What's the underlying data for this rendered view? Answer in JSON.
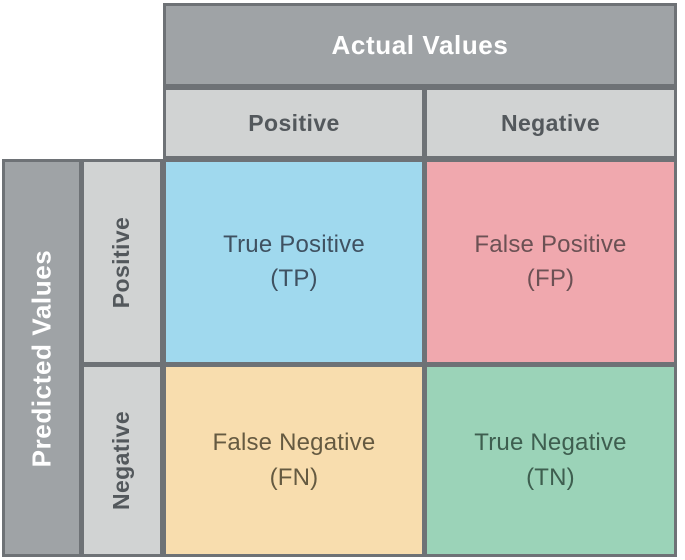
{
  "diagram": {
    "type": "confusion-matrix",
    "axes": {
      "columns_title": "Actual Values",
      "rows_title": "Predicted Values",
      "column_headers": [
        "Positive",
        "Negative"
      ],
      "row_headers": [
        "Positive",
        "Negative"
      ]
    },
    "cells": [
      {
        "id": "tp",
        "row": "Positive",
        "column": "Positive",
        "name": "True Positive",
        "abbreviation": "(TP)",
        "fill": "#a0d9ee",
        "text_color": "#3f5161"
      },
      {
        "id": "fp",
        "row": "Positive",
        "column": "Negative",
        "name": "False Positive",
        "abbreviation": "(FP)",
        "fill": "#f0a8ae",
        "text_color": "#6b5154"
      },
      {
        "id": "fn",
        "row": "Negative",
        "column": "Positive",
        "name": "False Negative",
        "abbreviation": "(FN)",
        "fill": "#f8ddae",
        "text_color": "#655a41"
      },
      {
        "id": "tn",
        "row": "Negative",
        "column": "Negative",
        "name": "True Negative",
        "abbreviation": "(TN)",
        "fill": "#9bd3b8",
        "text_color": "#3e5e4f"
      }
    ],
    "colors": {
      "header_dark": "#9fa3a6",
      "header_light": "#d1d3d3",
      "border": "#6e7276",
      "header_dark_text": "#ffffff",
      "header_light_text": "#53585c",
      "background": "#ffffff"
    }
  }
}
